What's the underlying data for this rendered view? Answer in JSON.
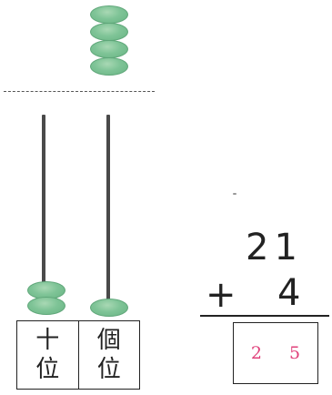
{
  "abacus": {
    "upper_beads": 4,
    "tens_beads": 2,
    "ones_beads": 1,
    "labels": {
      "tens_line1": "十",
      "tens_line2": "位",
      "ones_line1": "個",
      "ones_line2": "位"
    }
  },
  "addition": {
    "addend_1": "21",
    "operator": "+",
    "addend_2": "4",
    "answer": "2 5"
  },
  "colors": {
    "bead": "#7fc497",
    "answer": "#e0407a"
  }
}
